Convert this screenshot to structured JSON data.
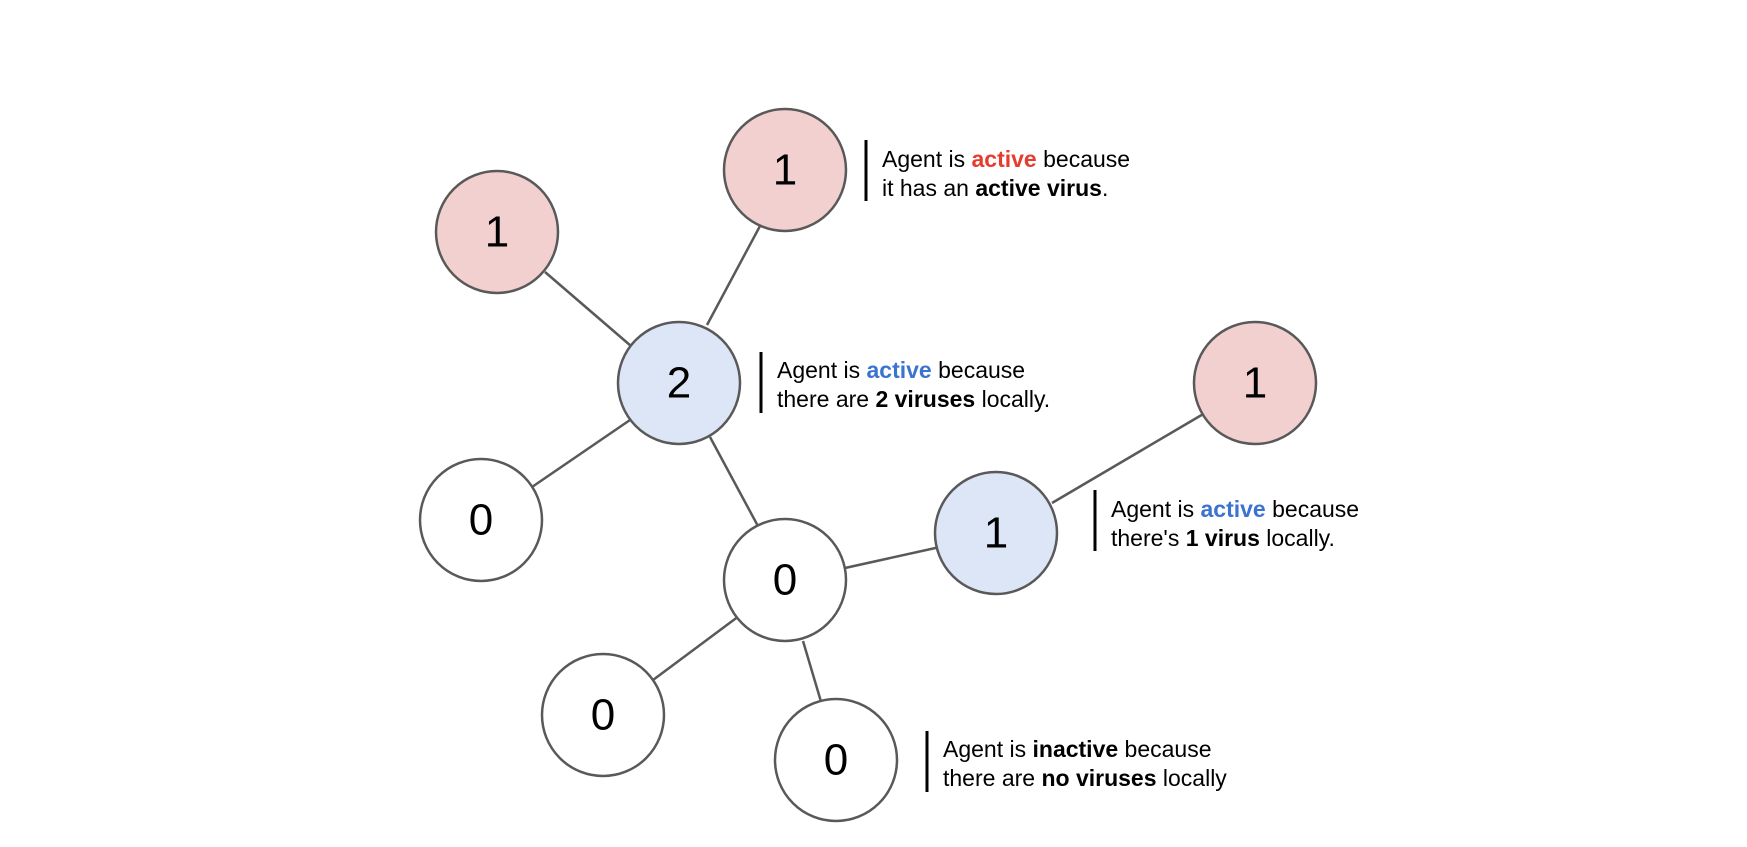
{
  "colors": {
    "active_virus_fill": "#f2d0cf",
    "active_local_fill": "#dce6f7",
    "inactive_fill": "#ffffff",
    "red_accent": "#e63c2e",
    "blue_accent": "#3b73d1",
    "stroke": "#595959"
  },
  "nodes": [
    {
      "id": "n-top",
      "label": "1",
      "state": "active-virus"
    },
    {
      "id": "n-topleft",
      "label": "1",
      "state": "active-virus"
    },
    {
      "id": "n-center",
      "label": "2",
      "state": "active-local"
    },
    {
      "id": "n-left",
      "label": "0",
      "state": "inactive"
    },
    {
      "id": "n-hub",
      "label": "0",
      "state": "inactive"
    },
    {
      "id": "n-right",
      "label": "1",
      "state": "active-local"
    },
    {
      "id": "n-farright",
      "label": "1",
      "state": "active-virus"
    },
    {
      "id": "n-bottomleft",
      "label": "0",
      "state": "inactive"
    },
    {
      "id": "n-bottom",
      "label": "0",
      "state": "inactive"
    }
  ],
  "annotations": [
    {
      "line1": {
        "a": "Agent is ",
        "b": "active",
        "c": " because"
      },
      "line2": {
        "a": "it has an ",
        "b": "active virus",
        "c": "."
      }
    },
    {
      "line1": {
        "a": "Agent is ",
        "b": "active",
        "c": " because"
      },
      "line2": {
        "a": "there are ",
        "b": "2 viruses",
        "c": " locally."
      }
    },
    {
      "line1": {
        "a": "Agent is ",
        "b": "active",
        "c": " because"
      },
      "line2": {
        "a": "there's ",
        "b": "1 virus",
        "c": " locally."
      }
    },
    {
      "line1": {
        "a": "Agent is ",
        "b": "inactive",
        "c": " because"
      },
      "line2": {
        "a": "there are ",
        "b": "no viruses",
        "c": " locally"
      }
    }
  ]
}
